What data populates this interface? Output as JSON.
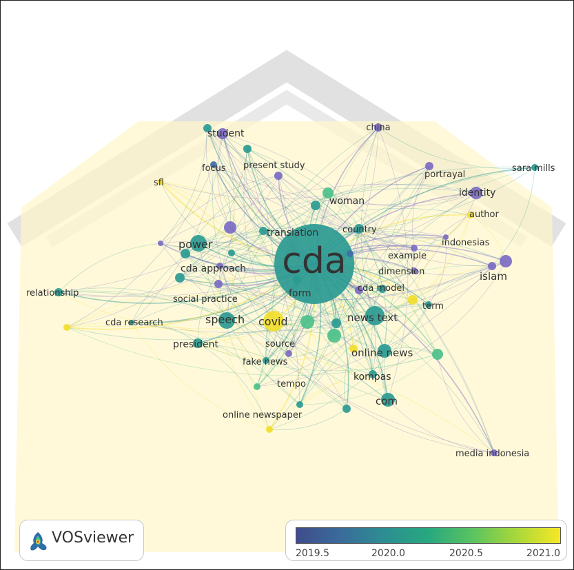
{
  "logo": {
    "text": "VOSviewer"
  },
  "legend": {
    "ticks": [
      "2019.5",
      "2020.0",
      "2020.5",
      "2021.0"
    ]
  },
  "colors": {
    "purple": "#7b6bc4",
    "blue": "#3f6fa6",
    "teal": "#2b9a93",
    "green": "#4cc08a",
    "yellow": "#f2dd2c"
  },
  "nodes": [
    {
      "label": "cda"
    },
    {
      "label": "student"
    },
    {
      "label": "china"
    },
    {
      "label": "present study"
    },
    {
      "label": "focus"
    },
    {
      "label": "sfl"
    },
    {
      "label": "portrayal"
    },
    {
      "label": "sara mills"
    },
    {
      "label": "identity"
    },
    {
      "label": "woman"
    },
    {
      "label": "author"
    },
    {
      "label": "country"
    },
    {
      "label": "translation"
    },
    {
      "label": "power"
    },
    {
      "label": "indonesias"
    },
    {
      "label": "example"
    },
    {
      "label": "cda approach"
    },
    {
      "label": "dimension"
    },
    {
      "label": "islam"
    },
    {
      "label": "relationship"
    },
    {
      "label": "form"
    },
    {
      "label": "cda model"
    },
    {
      "label": "social practice"
    },
    {
      "label": "term"
    },
    {
      "label": "speech"
    },
    {
      "label": "covid"
    },
    {
      "label": "news text"
    },
    {
      "label": "cda research"
    },
    {
      "label": "president"
    },
    {
      "label": "source"
    },
    {
      "label": "online news"
    },
    {
      "label": "fake news"
    },
    {
      "label": "kompas"
    },
    {
      "label": "tempo"
    },
    {
      "label": "com"
    },
    {
      "label": "online newspaper"
    },
    {
      "label": "media indonesia"
    }
  ]
}
